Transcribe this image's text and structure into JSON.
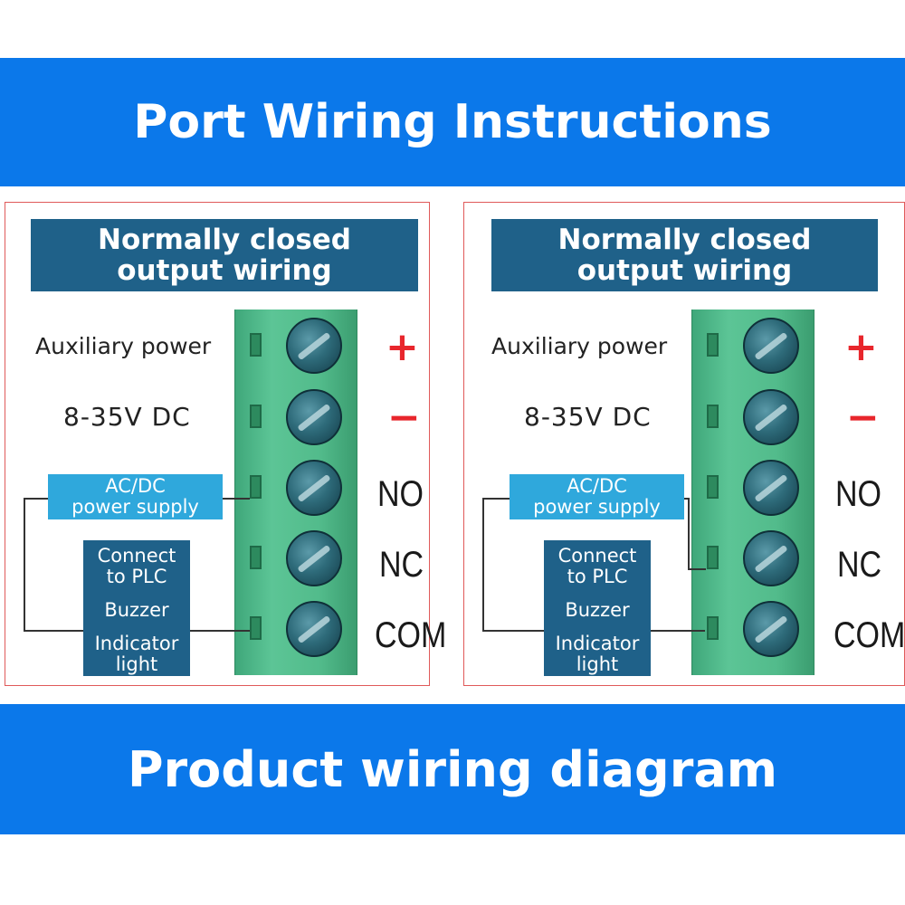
{
  "title": "Port Wiring Instructions",
  "footer": "Product wiring diagram",
  "panels": [
    {
      "header_line1": "Normally closed",
      "header_line2": "output wiring",
      "aux_label": "Auxiliary power",
      "voltage_label": "8-35V DC",
      "ports": {
        "plus": "+",
        "minus": "−",
        "no": "NO",
        "nc": "NC",
        "com": "COM"
      },
      "supply_line1": "AC/DC",
      "supply_line2": "power supply",
      "loads": {
        "line1": "Connect",
        "line2": "to PLC",
        "line3": "Buzzer",
        "line4": "Indicator",
        "line5": "light"
      }
    },
    {
      "header_line1": "Normally closed",
      "header_line2": "output wiring",
      "aux_label": "Auxiliary power",
      "voltage_label": "8-35V DC",
      "ports": {
        "plus": "+",
        "minus": "−",
        "no": "NO",
        "nc": "NC",
        "com": "COM"
      },
      "supply_line1": "AC/DC",
      "supply_line2": "power supply",
      "loads": {
        "line1": "Connect",
        "line2": "to PLC",
        "line3": "Buzzer",
        "line4": "Indicator",
        "line5": "light"
      }
    }
  ],
  "colors": {
    "banner": "#0b78ea",
    "header": "#1f6189",
    "supply": "#2fa8dc",
    "terminal": "#52bb8b",
    "sign": "#e8262c",
    "border": "#e05a5a"
  }
}
